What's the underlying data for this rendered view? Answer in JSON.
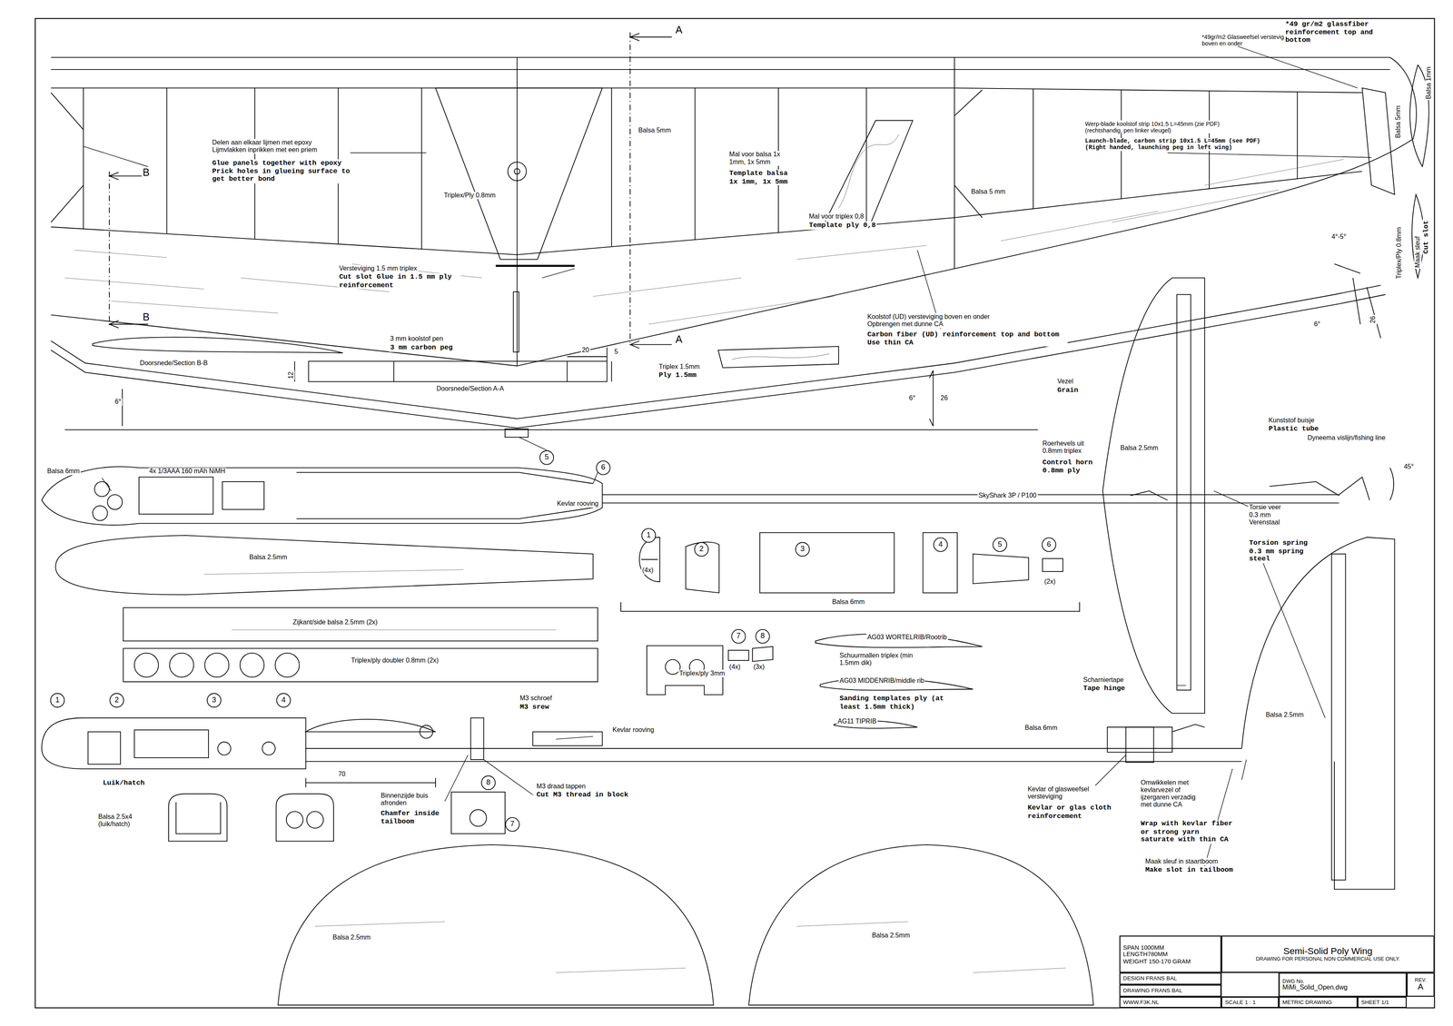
{
  "diagram": {
    "nodes": [
      {
        "text": [
          "5"
        ]
      },
      {
        "text": [
          "6"
        ]
      },
      {
        "text": [
          "1"
        ]
      },
      {
        "text": [
          "2"
        ]
      },
      {
        "text": [
          "3"
        ]
      },
      {
        "text": [
          "4"
        ]
      },
      {
        "text": [
          "5"
        ]
      },
      {
        "text": [
          "6"
        ]
      },
      {
        "text": [
          "7"
        ]
      },
      {
        "text": [
          "8"
        ]
      },
      {
        "text": [
          "1"
        ]
      },
      {
        "text": [
          "2"
        ]
      },
      {
        "text": [
          "3"
        ]
      },
      {
        "text": [
          "4"
        ]
      },
      {
        "text": [
          "8"
        ]
      },
      {
        "text": [
          "7"
        ]
      },
      {
        "text": [
          "SPAN 1000MM LENGTH780MM WEIGHT 150-170 GRAM"
        ]
      },
      {
        "text": [
          "Semi-Solid Poly Wing",
          "DRAWING FOR PERSONAL NON COMMERCIAL USE ONLY."
        ]
      },
      {
        "text": [
          "DESIGN FRANS BAL"
        ]
      },
      {
        "text": [
          "DRAWING FRANS BAL"
        ]
      },
      {
        "text": [
          "WWW.F3K.NL"
        ]
      },
      {
        "text": [
          "DWG No.",
          "MiMi_Solid_Open.dwg"
        ]
      },
      {
        "text": [
          "REV.",
          "A"
        ]
      },
      {
        "text": [
          "SCALE 1 : 1"
        ]
      },
      {
        "text": [
          "METRIC DRAWING"
        ]
      },
      {
        "text": [
          "SHEET 1/1"
        ]
      }
    ],
    "labels": [
      "A",
      "A",
      "B",
      "B",
      "*49gr/m2 Glasweefsel versteviging boven en onder",
      "*49 gr/m2 glassfiber reinforcement top and bottom",
      "Balsa 1mm",
      "Balsa 5mm",
      "Delen aan elkaar lijmen met epoxy Lijmvlakken inprikken met een priem",
      "Glue panels together with epoxy Prick holes in glueing surface to get better bond",
      "Balsa 5mm",
      "Mal voor balsa 1x 1mm, 1x 5mm",
      "Template balsa 1x 1mm, 1x 5mm",
      "Mal voor triplex 0,8",
      "Template ply 0,8",
      "Werp-blade koolstof strip 10x1.5 L=45mm (zie PDF) (rechtshandig, pen linker vleugel)",
      "Launch-blade, carbon strip 10x1.5 L=45mm (see PDF) (Right handed, launching peg in left wing)",
      "Triplex/Ply 0.8mm",
      "Balsa 5 mm",
      "Triplex/Ply 0.8mm",
      "Maak sleuf",
      "Cut slot",
      "4°-5°",
      "Versteviging 1.5 mm triplex",
      "Cut slot Glue in 1.5 mm ply reinforcement",
      "Koolstof (UD) versteviging boven en onder Opbrengen met dunne CA",
      "Carbon fiber (UD) reinforcement top and bottom Use thin CA",
      "3 mm koolstof pen",
      "3 mm carbon peg",
      "Doorsnede/Section B-B",
      "20",
      "5",
      "12",
      "Doorsnede/Section A-A",
      "Triplex 1.5mm",
      "Ply 1.5mm",
      "6°",
      "26",
      "6°",
      "6°",
      "26",
      "Vezel",
      "Grain",
      "Roerhevels uit 0.8mm triplex",
      "Control horn 0.8mm ply",
      "Balsa 6mm",
      "4x 1/3AAA 160 mAh NiMH",
      "Balsa 2.5mm",
      "Kunststof buisje",
      "Plastic tube",
      "Dyneema vislijn/fishing line",
      "45°",
      "Kevlar rooving",
      "SkyShark 3P / P100",
      "Torsie veer 0.3 mm Verenstaal",
      "Torsion spring 0.3 mm spring steel",
      "Balsa 2.5mm",
      "(4x)",
      "(2x)",
      "Balsa 6mm",
      "Zijkant/side balsa 2.5mm (2x)",
      "Triplex/ply doubler 0.8mm (2x)",
      "AG03 WORTELRIB/Rootrib",
      "Schuurmallen triplex (min 1.5mm dik)",
      "AG03 MIDDENRIB/middle rib",
      "Sanding templates ply (at least 1.5mm thick)",
      "AG11 TIPRIB",
      "Triplex/ply 3mm",
      "(4x)",
      "(3x)",
      "Scharniertape",
      "Tape hinge",
      "Balsa 2.5mm",
      "M3 schroef",
      "M3 srew",
      "Kevlar rooving",
      "Balsa 6mm",
      "70",
      "Luik/hatch",
      "Binnenzijde buis afronden",
      "Chamfer inside tailboom",
      "M3 draad tappen",
      "Cut M3 thread in block",
      "Balsa 2.5x4 (luik/hatch)",
      "Kevlar of glasweefsel versteviging",
      "Kevlar or glas cloth reinforcement",
      "Omwikkelen met kevlarvezel of ijzergaren verzadig met dunne CA",
      "Wrap with kevlar fiber or strong yarn saturate with thin CA",
      "Maak sleuf in staartboom",
      "Make slot in tailboom",
      "Balsa 2.5mm",
      "Balsa 2.5mm"
    ]
  }
}
